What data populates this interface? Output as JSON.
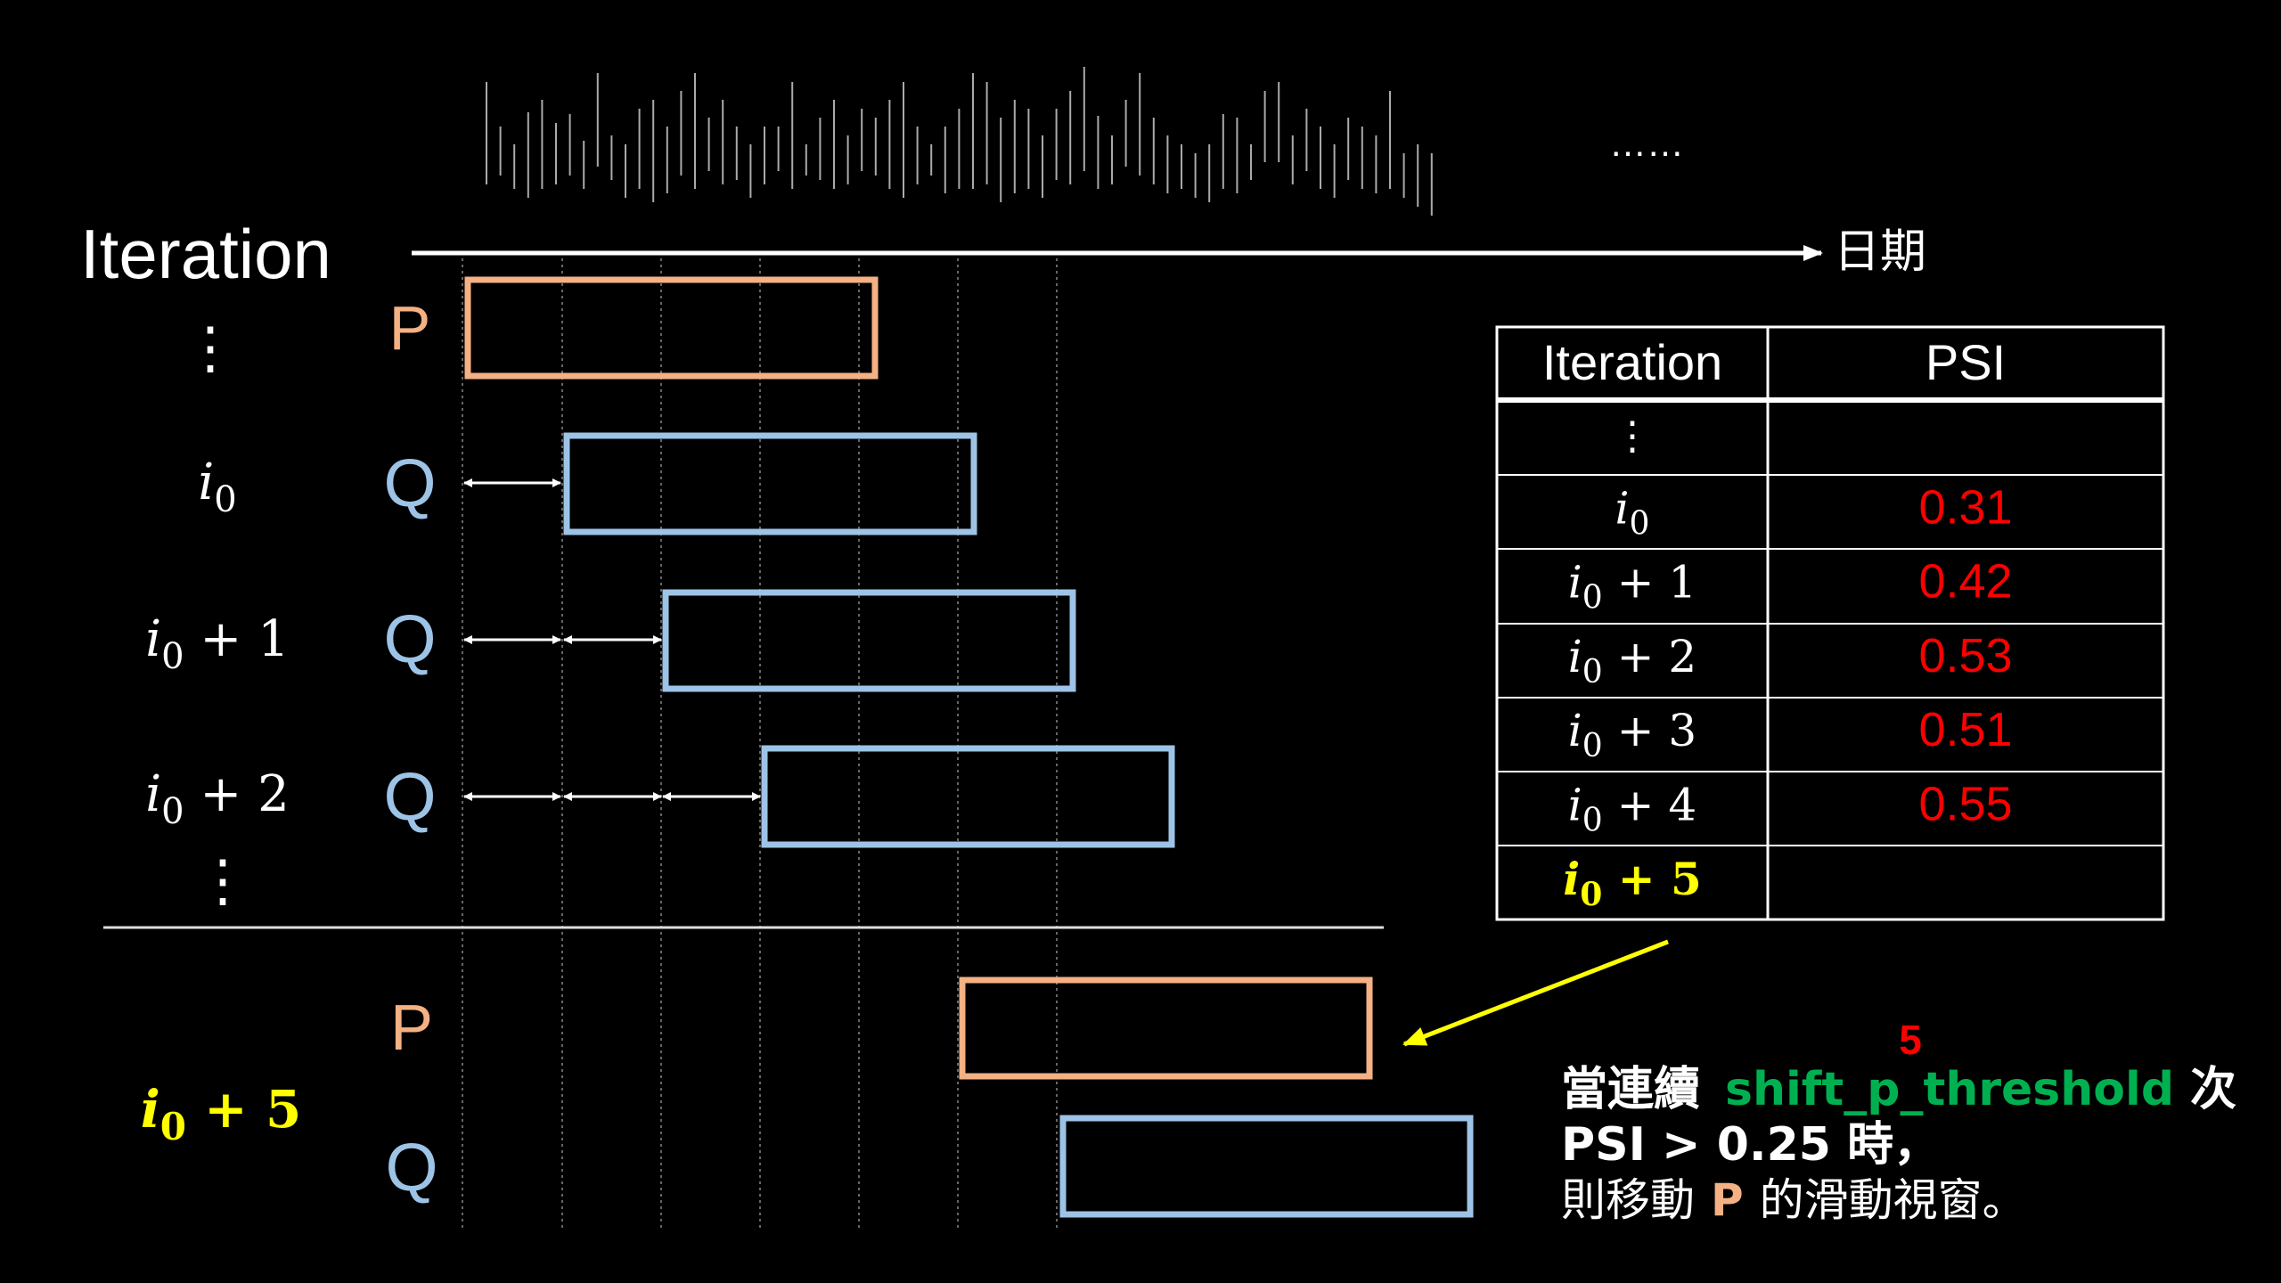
{
  "axis": {
    "left_title": "Iteration",
    "right_label": "日期",
    "ellipsis": "……"
  },
  "rows": [
    {
      "label": "⋮",
      "tag": "P",
      "tag_color": "#F4B183"
    },
    {
      "label_var": "i",
      "label_sub": "0",
      "label_tail": "",
      "tag": "Q",
      "tag_color": "#9DC3E6"
    },
    {
      "label_var": "i",
      "label_sub": "0",
      "label_tail": " + 1",
      "tag": "Q",
      "tag_color": "#9DC3E6"
    },
    {
      "label_var": "i",
      "label_sub": "0",
      "label_tail": " + 2",
      "tag": "Q",
      "tag_color": "#9DC3E6"
    }
  ],
  "vdots": "⋮",
  "bottom": {
    "label_var": "i",
    "label_sub": "0",
    "label_tail": " + 5",
    "label_color": "#FFFF00",
    "p_tag": "P",
    "q_tag": "Q"
  },
  "table": {
    "headers": [
      "Iteration",
      "PSI"
    ],
    "rows": [
      {
        "var": "",
        "sub": "",
        "tail": "⋮",
        "psi": ""
      },
      {
        "var": "i",
        "sub": "0",
        "tail": "",
        "psi": "0.31"
      },
      {
        "var": "i",
        "sub": "0",
        "tail": " + 1",
        "psi": "0.42"
      },
      {
        "var": "i",
        "sub": "0",
        "tail": " + 2",
        "psi": "0.53"
      },
      {
        "var": "i",
        "sub": "0",
        "tail": " + 3",
        "psi": "0.51"
      },
      {
        "var": "i",
        "sub": "0",
        "tail": " + 4",
        "psi": "0.55"
      },
      {
        "var": "i",
        "sub": "0",
        "tail": " + 5",
        "psi": "",
        "highlight": true
      }
    ],
    "psi_color": "#FF0000",
    "highlight_color": "#FFFF00"
  },
  "note": {
    "superscript": "5",
    "line1_prefix": "當連續",
    "line1_param": "shift_p_threshold",
    "line1_suffix": "次",
    "line2": "PSI > 0.25 時，",
    "line3_prefix": "則移動",
    "line3_p": "P",
    "line3_suffix": "的滑動視窗。"
  },
  "colors": {
    "p_orange": "#F4B183",
    "q_blue": "#9DC3E6",
    "param_green": "#00B050",
    "red": "#FF0000",
    "yellow": "#FFFF00"
  }
}
